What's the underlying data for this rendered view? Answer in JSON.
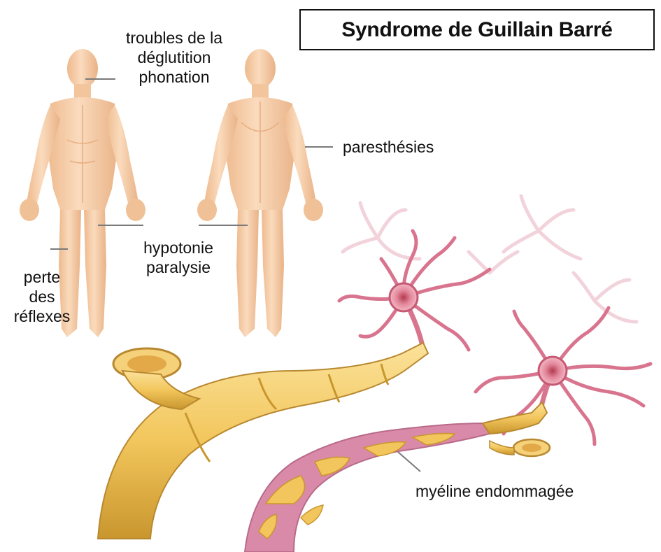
{
  "title": "Syndrome de Guillain Barré",
  "labels": {
    "swallowing_line1": "troubles de la",
    "swallowing_line2": "déglutition",
    "swallowing_line3": "phonation",
    "paresthesia": "paresthésies",
    "hypotonia_line1": "hypotonie",
    "hypotonia_line2": "paralysie",
    "reflex_line1": "perte",
    "reflex_line2": "des",
    "reflex_line3": "réflexes",
    "myelin": "myéline endommagée"
  },
  "colors": {
    "skin": "#f7cfa6",
    "skin_shadow": "#e8b184",
    "myelin": "#f2c65c",
    "myelin_dark": "#c9962e",
    "axon_damaged": "#d98aa8",
    "neuron": "#d9748e",
    "neuron_faded": "#f2d3dc",
    "leader_line": "#7a7a7a"
  }
}
